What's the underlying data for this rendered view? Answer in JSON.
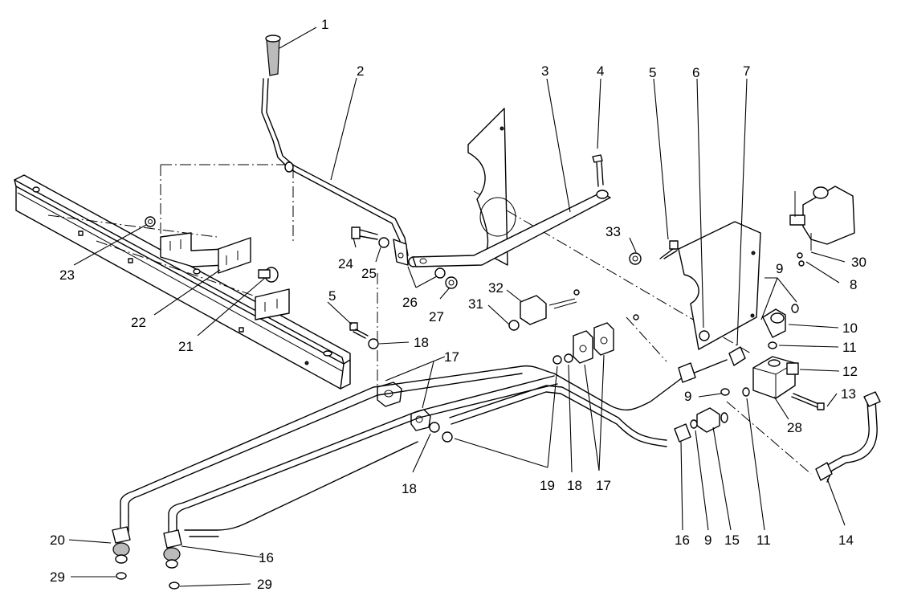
{
  "callouts": {
    "c1": "1",
    "c2": "2",
    "c3": "3",
    "c4": "4",
    "c5a": "5",
    "c5b": "5",
    "c6": "6",
    "c7": "7",
    "c8": "8",
    "c9a": "9",
    "c9b": "9",
    "c9c": "9",
    "c10": "10",
    "c11a": "11",
    "c11b": "11",
    "c12": "12",
    "c13": "13",
    "c14": "14",
    "c15": "15",
    "c16a": "16",
    "c16b": "16",
    "c17a": "17",
    "c17b": "17",
    "c18a": "18",
    "c18b": "18",
    "c18c": "18",
    "c19": "19",
    "c20": "20",
    "c21": "21",
    "c22": "22",
    "c23": "23",
    "c24": "24",
    "c25": "25",
    "c26": "26",
    "c27": "27",
    "c28": "28",
    "c29a": "29",
    "c29b": "29",
    "c30": "30",
    "c31": "31",
    "c32": "32",
    "c33": "33"
  }
}
